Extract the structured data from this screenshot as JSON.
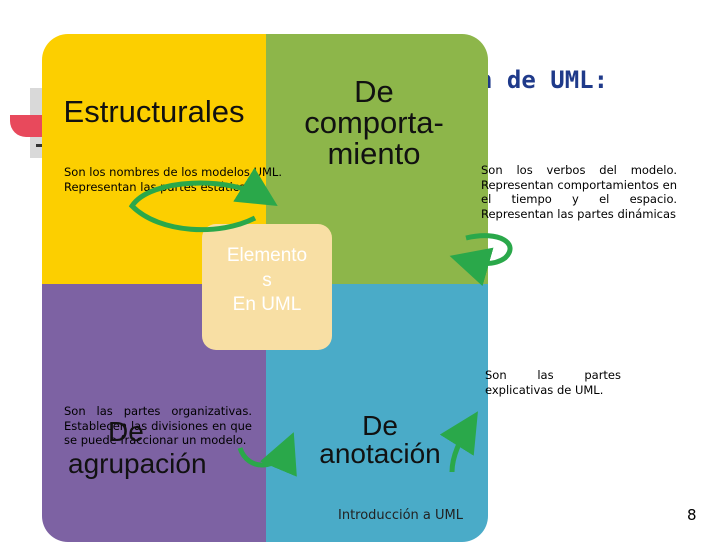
{
  "slide": {
    "title_fragment": "n de UML:",
    "center": {
      "line1": "Elemento",
      "line2": "s",
      "line3": "En UML"
    },
    "estructurales": {
      "title": "Estructurales",
      "desc_line1": "Son los nombres de los modelos UML.",
      "desc_line2": "Representan las partes estáticas"
    },
    "comportamiento": {
      "title_line1": "De",
      "title_line2": "comporta-",
      "title_line3": "miento",
      "desc": "Son los verbos del modelo. Representan comportamientos en el tiempo y el espacio. Representan las partes dinámicas"
    },
    "agrupacion": {
      "title_line1": "De",
      "title_line2": "agrupación",
      "desc": "Son las partes organizativas. Establecen las divisiones en que se puede fraccionar un modelo."
    },
    "anotacion": {
      "title_line1": "De",
      "title_line2": "anotación",
      "desc": "Son las partes explicativas de UML."
    },
    "footer": "Introducción a UML",
    "page_number": "8"
  },
  "colors": {
    "estructurales": "#fccf00",
    "comportamiento": "#8db64a",
    "agrupacion": "#7d62a3",
    "anotacion": "#4aabc8",
    "center": "#f8dfa4",
    "arrow": "#2aa84a",
    "title": "#1f3a8a"
  }
}
